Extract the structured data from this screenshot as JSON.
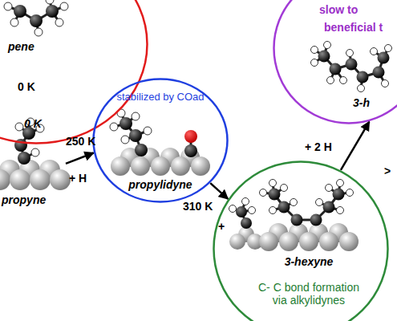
{
  "diagram": {
    "nodes": [
      {
        "text": [
          "pene",
          "0 K"
        ]
      },
      {
        "text": [
          "propyne"
        ]
      },
      {
        "text": [
          "stabilized by COad",
          "propylidyne"
        ]
      },
      {
        "text": [
          "3-hexyne",
          "C- C bond formation via alkylidynes"
        ]
      },
      {
        "text": [
          "slow to",
          "beneficial t",
          "3-h"
        ]
      }
    ],
    "edges": [
      {
        "from": 1,
        "to": 2,
        "arrow": "to",
        "label": "250 K"
      },
      {
        "from": 2,
        "to": 3,
        "arrow": "to",
        "label": "310 K"
      },
      {
        "from": 3,
        "to": 4,
        "arrow": "to",
        "label": "+ 2 H"
      }
    ],
    "labels": [
      "0 K",
      "+ H",
      "+",
      ">"
    ]
  }
}
